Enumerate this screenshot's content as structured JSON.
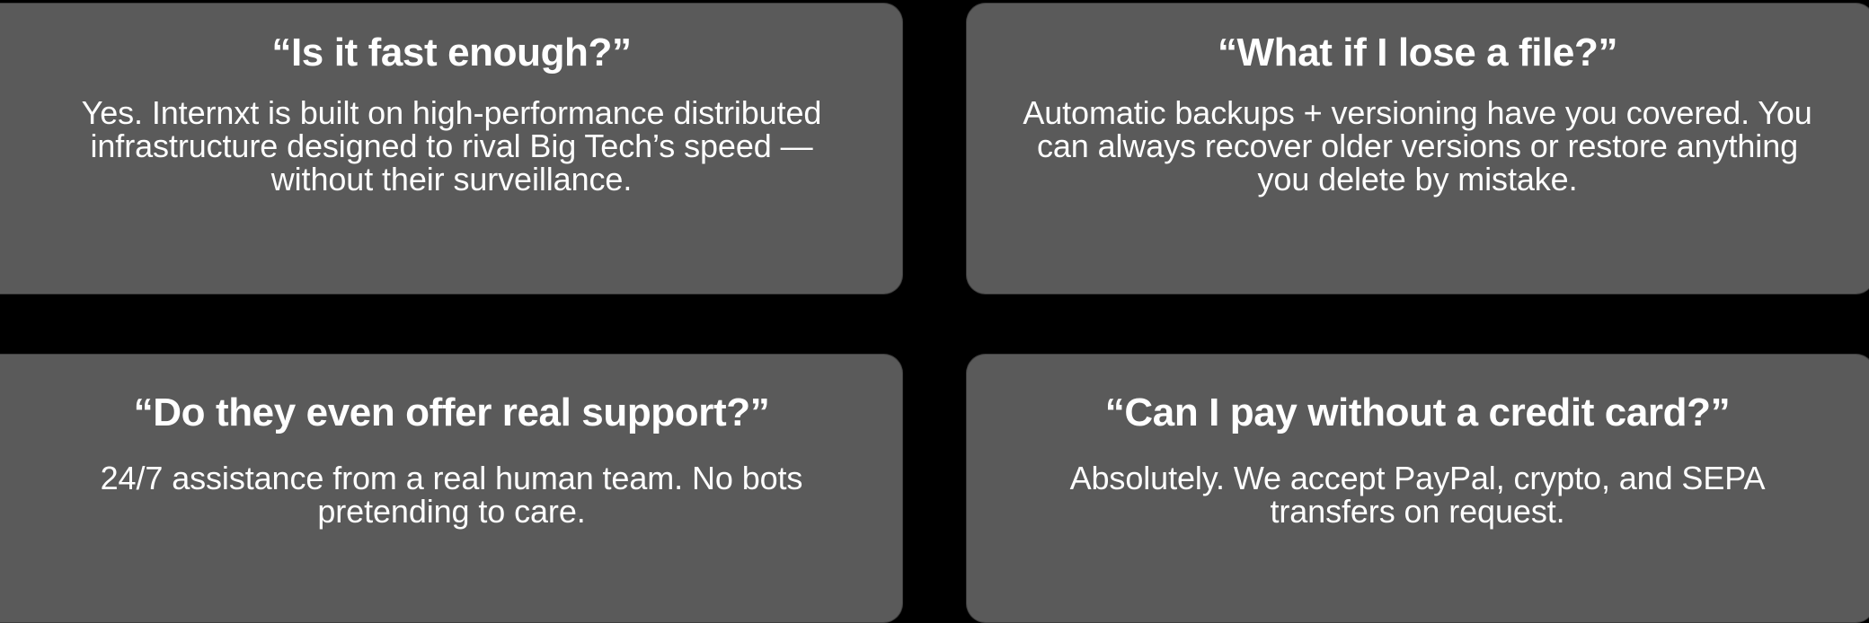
{
  "theme": {
    "page_background": "#000000",
    "card_background": "#5a5a5a",
    "text_color": "#ffffff"
  },
  "faq": {
    "layout": "2x2-grid",
    "cards": [
      {
        "id": "speed",
        "question": "“Is it fast enough?”",
        "answer": "Yes. Internxt is built on high-performance distributed infrastructure designed to rival Big Tech’s speed — without their surveillance."
      },
      {
        "id": "lost-file",
        "question": "“What if I lose a file?”",
        "answer": "Automatic backups + versioning have you covered. You can always recover older versions or restore anything you delete by mistake."
      },
      {
        "id": "support",
        "question": "“Do they even offer real support?”",
        "answer": "24/7 assistance from a real human team. No bots pretending to care."
      },
      {
        "id": "payment",
        "question": "“Can I pay without a credit card?”",
        "answer": "Absolutely. We accept PayPal, crypto, and SEPA transfers on request."
      }
    ]
  }
}
